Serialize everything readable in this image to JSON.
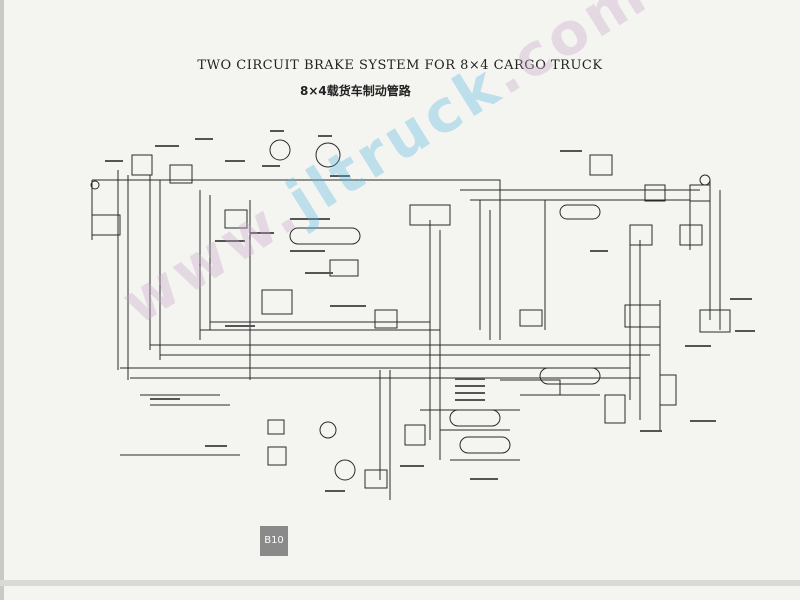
{
  "title_en": "TWO CIRCUIT BRAKE SYSTEM FOR 8×4 CARGO TRUCK",
  "title_cn": "8×4载货车制动管路",
  "watermark": {
    "part1": "www.",
    "part2": "jltruck",
    "part3": ".com"
  },
  "page_badge": "B10",
  "colors": {
    "line": "#2a2a2a",
    "watermark_pink": "#c8a8c8",
    "watermark_blue": "#58b8e0",
    "paper": "#f4f4f1"
  }
}
